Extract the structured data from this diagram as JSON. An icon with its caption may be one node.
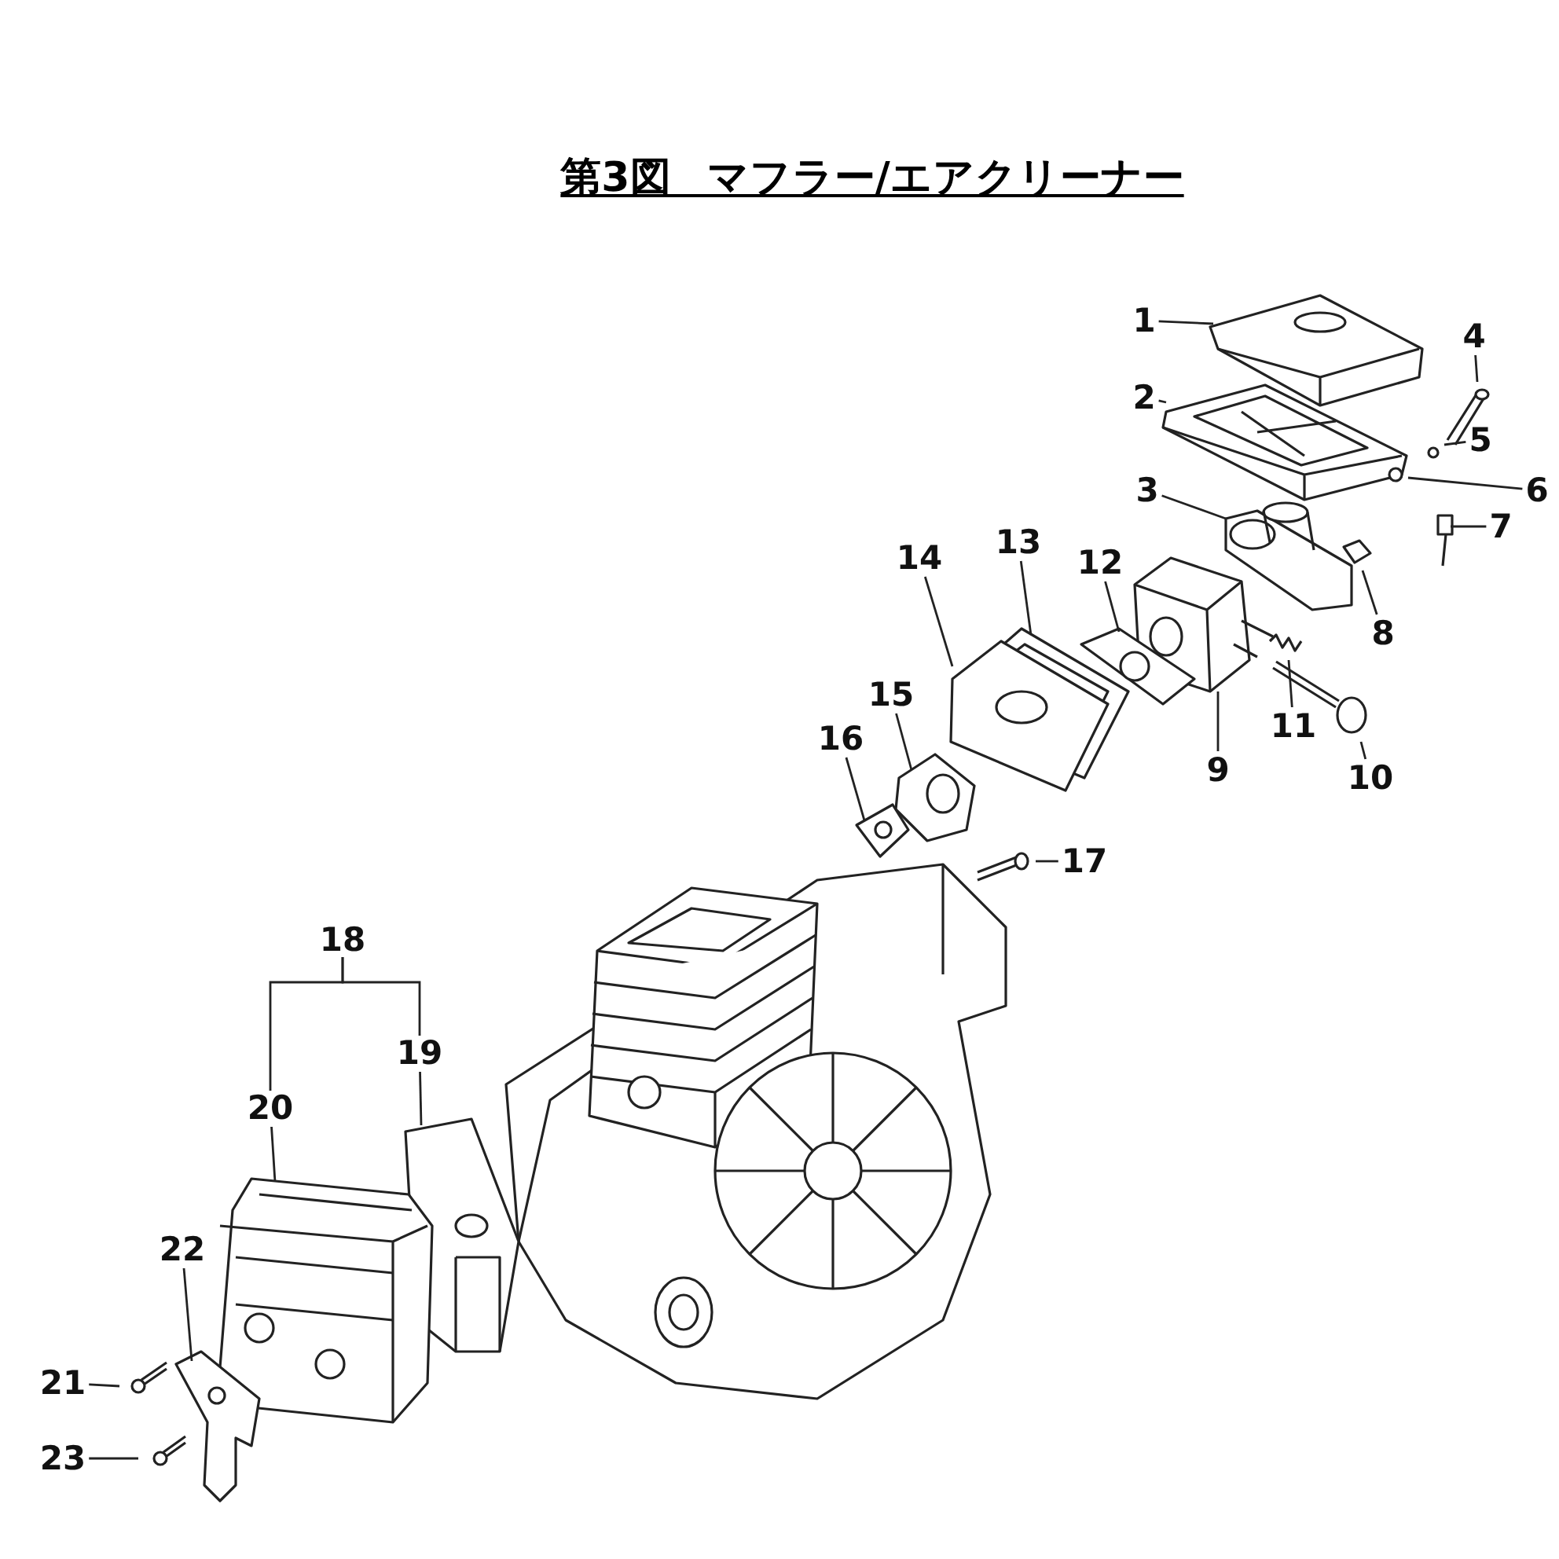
{
  "diagram": {
    "title": "第3図 マフラー/エアクリーナー",
    "nodes": [
      {
        "text": [
          "1"
        ]
      },
      {
        "text": [
          "2"
        ]
      },
      {
        "text": [
          "3"
        ]
      },
      {
        "text": [
          "4"
        ]
      },
      {
        "text": [
          "5"
        ]
      },
      {
        "text": [
          "6"
        ]
      },
      {
        "text": [
          "7"
        ]
      },
      {
        "text": [
          "8"
        ]
      },
      {
        "text": [
          "9"
        ]
      },
      {
        "text": [
          "10"
        ]
      },
      {
        "text": [
          "11"
        ]
      },
      {
        "text": [
          "12"
        ]
      },
      {
        "text": [
          "13"
        ]
      },
      {
        "text": [
          "14"
        ]
      },
      {
        "text": [
          "15"
        ]
      },
      {
        "text": [
          "16"
        ]
      },
      {
        "text": [
          "17"
        ]
      },
      {
        "text": [
          "18"
        ]
      },
      {
        "text": [
          "19"
        ]
      },
      {
        "text": [
          "20"
        ]
      },
      {
        "text": [
          "21"
        ]
      },
      {
        "text": [
          "22"
        ]
      },
      {
        "text": [
          "23"
        ]
      }
    ],
    "edges": [
      {
        "from": 0,
        "to": null,
        "arrow": "none"
      },
      {
        "from": 1,
        "to": null,
        "arrow": "none"
      },
      {
        "from": 2,
        "to": null,
        "arrow": "none"
      },
      {
        "from": 3,
        "to": null,
        "arrow": "none"
      },
      {
        "from": 4,
        "to": null,
        "arrow": "none"
      },
      {
        "from": 5,
        "to": null,
        "arrow": "none"
      },
      {
        "from": 6,
        "to": null,
        "arrow": "none"
      },
      {
        "from": 7,
        "to": null,
        "arrow": "none"
      },
      {
        "from": 8,
        "to": null,
        "arrow": "none"
      },
      {
        "from": 9,
        "to": null,
        "arrow": "none"
      },
      {
        "from": 10,
        "to": null,
        "arrow": "none"
      },
      {
        "from": 11,
        "to": null,
        "arrow": "none"
      },
      {
        "from": 12,
        "to": null,
        "arrow": "none"
      },
      {
        "from": 13,
        "to": null,
        "arrow": "none"
      },
      {
        "from": 14,
        "to": null,
        "arrow": "none"
      },
      {
        "from": 15,
        "to": null,
        "arrow": "none"
      },
      {
        "from": 16,
        "to": null,
        "arrow": "none"
      },
      {
        "from": 17,
        "to": 18,
        "arrow": "none"
      },
      {
        "from": 17,
        "to": 19,
        "arrow": "none"
      },
      {
        "from": 18,
        "to": null,
        "arrow": "none"
      },
      {
        "from": 19,
        "to": null,
        "arrow": "none"
      },
      {
        "from": 20,
        "to": null,
        "arrow": "none"
      },
      {
        "from": 21,
        "to": null,
        "arrow": "none"
      },
      {
        "from": 22,
        "to": null,
        "arrow": "none"
      }
    ]
  }
}
